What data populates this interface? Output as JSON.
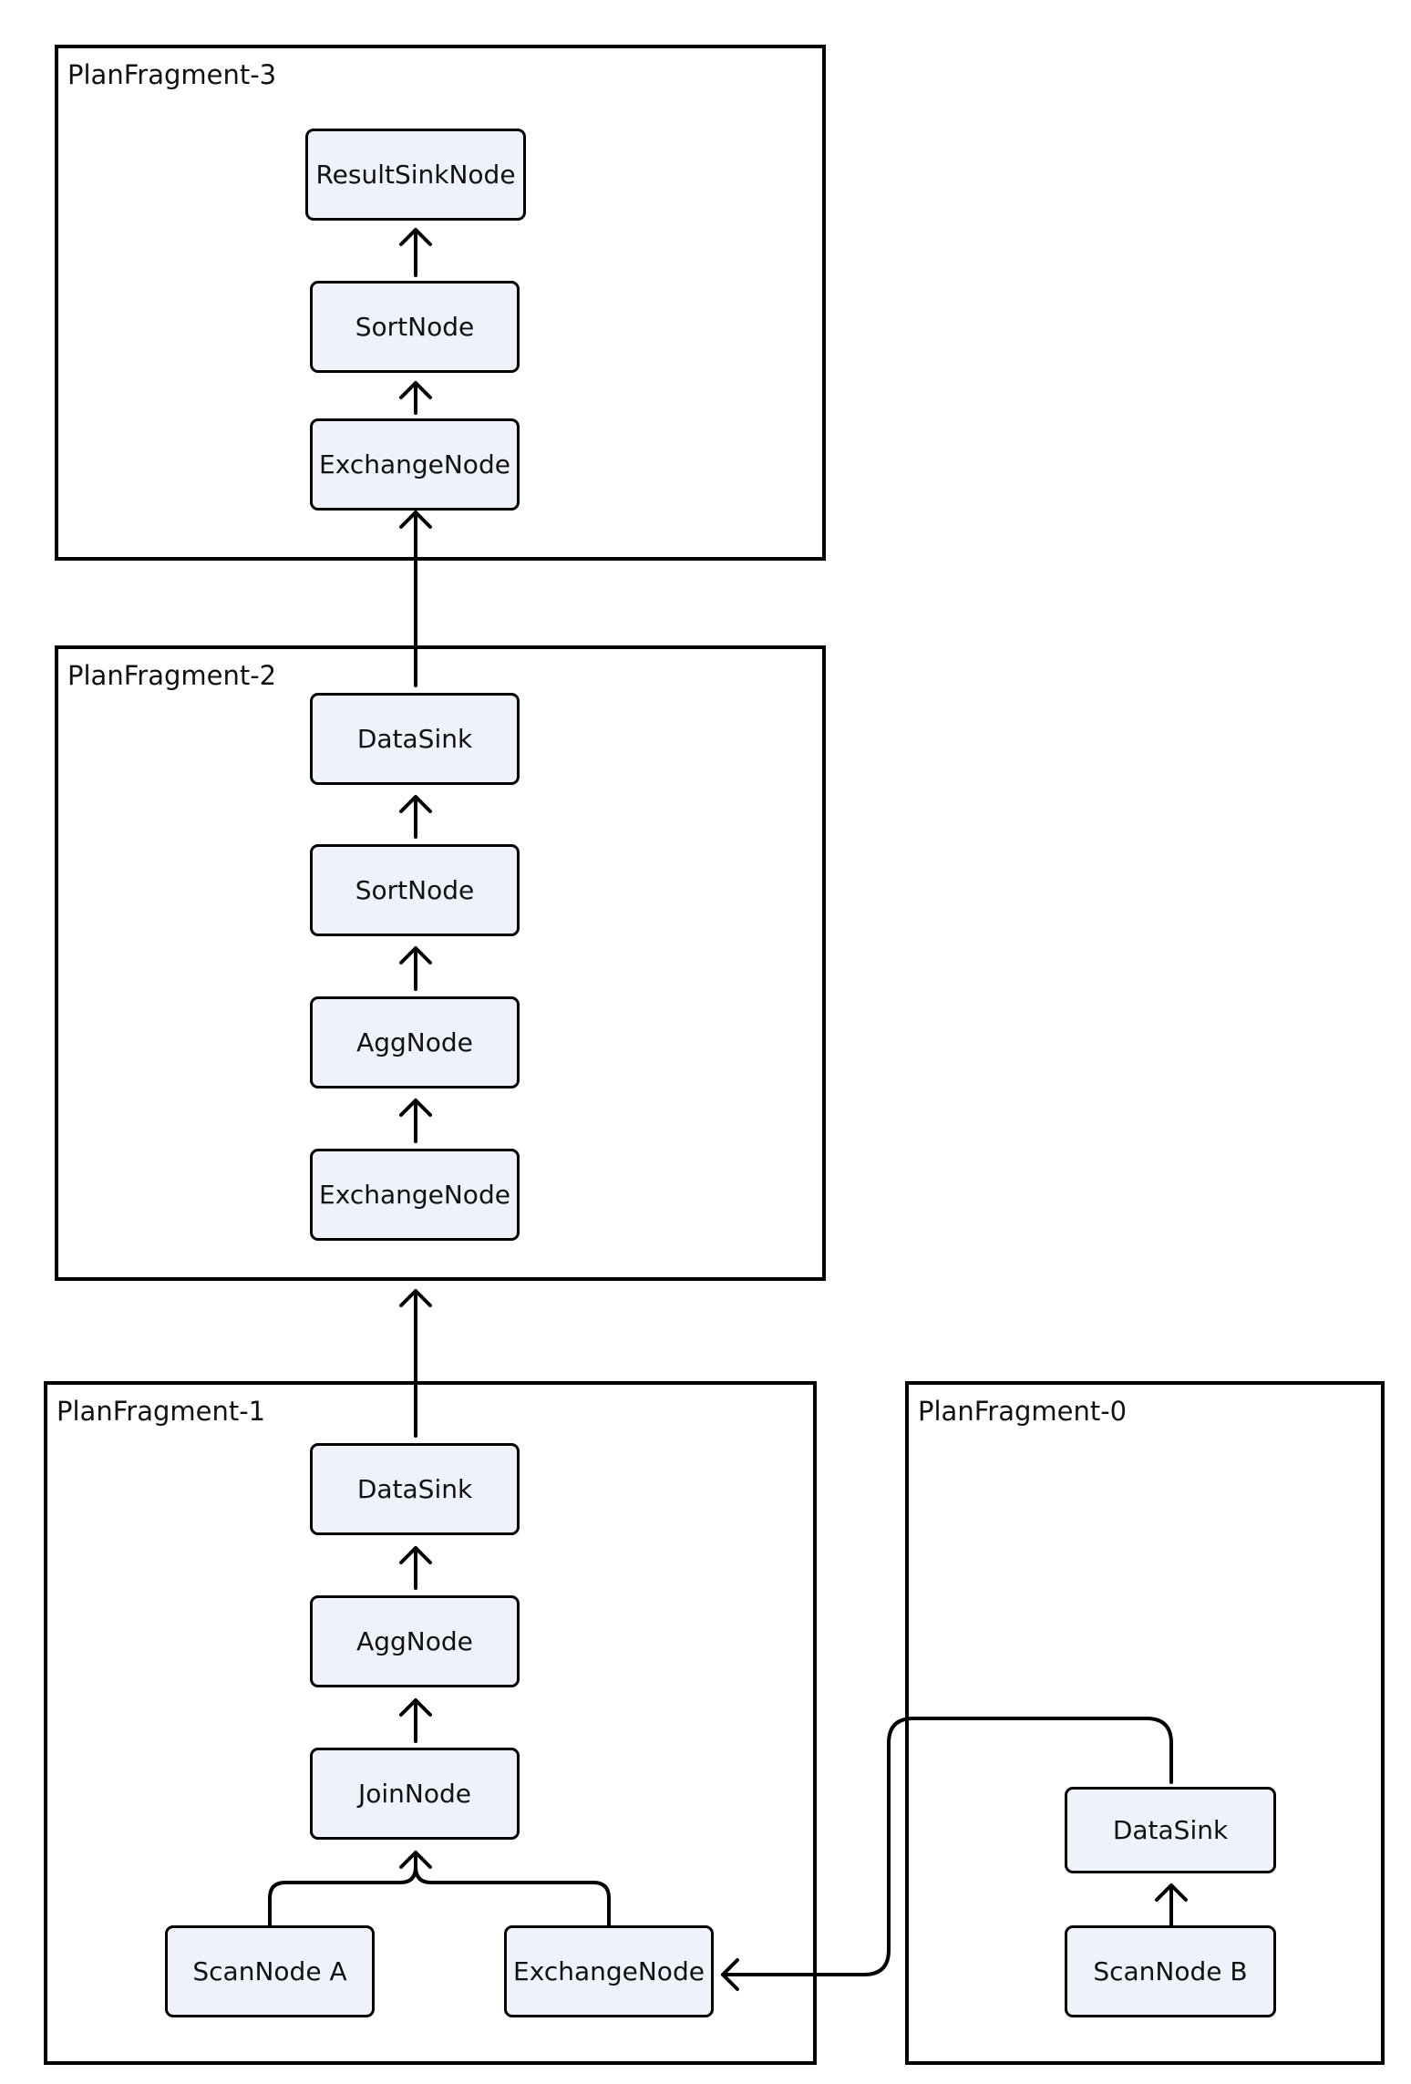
{
  "fragments": [
    {
      "id": "f3",
      "title": "PlanFragment-3"
    },
    {
      "id": "f2",
      "title": "PlanFragment-2"
    },
    {
      "id": "f1",
      "title": "PlanFragment-1"
    },
    {
      "id": "f0",
      "title": "PlanFragment-0"
    }
  ],
  "nodes": {
    "f3_result": "ResultSinkNode",
    "f3_sort": "SortNode",
    "f3_exchange": "ExchangeNode",
    "f2_datasink": "DataSink",
    "f2_sort": "SortNode",
    "f2_agg": "AggNode",
    "f2_exchange": "ExchangeNode",
    "f1_datasink": "DataSink",
    "f1_agg": "AggNode",
    "f1_join": "JoinNode",
    "f1_scan_a": "ScanNode A",
    "f1_exchange": "ExchangeNode",
    "f0_datasink": "DataSink",
    "f0_scan_b": "ScanNode B"
  },
  "edges": [
    {
      "from": "f3_sort",
      "to": "f3_result"
    },
    {
      "from": "f3_exchange",
      "to": "f3_sort"
    },
    {
      "from": "f2_datasink",
      "to": "f3_exchange"
    },
    {
      "from": "f2_sort",
      "to": "f2_datasink"
    },
    {
      "from": "f2_agg",
      "to": "f2_sort"
    },
    {
      "from": "f2_exchange",
      "to": "f2_agg"
    },
    {
      "from": "f1_datasink",
      "to": "f2"
    },
    {
      "from": "f1_agg",
      "to": "f1_datasink"
    },
    {
      "from": "f1_join",
      "to": "f1_agg"
    },
    {
      "from": "f1_scan_a",
      "to": "f1_join"
    },
    {
      "from": "f1_exchange",
      "to": "f1_join"
    },
    {
      "from": "f0_scan_b",
      "to": "f0_datasink"
    },
    {
      "from": "f0_datasink",
      "to": "f1_exchange"
    }
  ]
}
